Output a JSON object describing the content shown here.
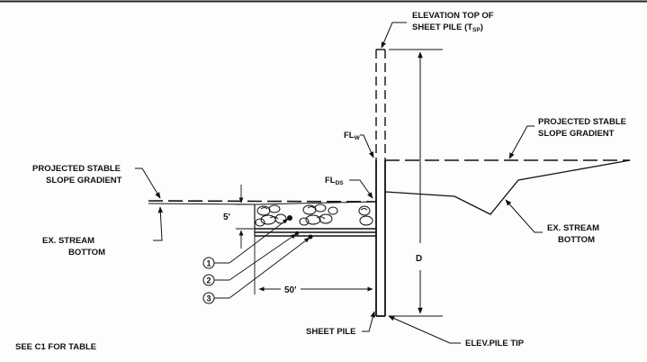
{
  "labels": {
    "elevation_top_line1": "ELEVATION TOP OF",
    "elevation_top_line2_prefix": "SHEET PILE (T",
    "elevation_top_sub": "SP",
    "elevation_top_suffix": ")",
    "projected_right_line1": "PROJECTED STABLE",
    "projected_right_line2": "SLOPE GRADIENT",
    "projected_left_line1": "PROJECTED STABLE",
    "projected_left_line2": "SLOPE GRADIENT",
    "fl_w_main": "FL",
    "fl_w_sub": "W",
    "fl_ds_main": "FL",
    "fl_ds_sub": "DS",
    "depth": "D",
    "ex_stream_left_line1": "EX. STREAM",
    "ex_stream_left_line2": "BOTTOM",
    "ex_stream_right_line1": "EX.   STREAM",
    "ex_stream_right_line2": "BOTTOM",
    "sheet_pile": "SHEET PILE",
    "elev_pile_tip": "ELEV.PILE TIP",
    "see_table": "SEE C1 FOR TABLE"
  },
  "dimensions": {
    "riprap_thickness": "5'",
    "riprap_length": "50'"
  },
  "callouts": [
    "1",
    "2",
    "3"
  ]
}
